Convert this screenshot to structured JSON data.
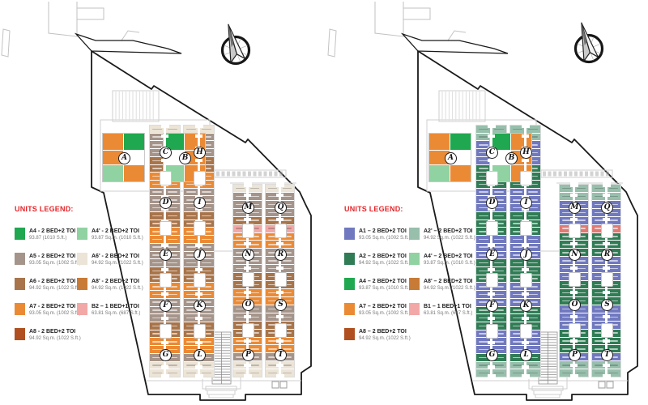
{
  "colors": {
    "A4": "#1fa84f",
    "A4p": "#90d2a2",
    "A5": "#a5948a",
    "A6": "#a8744a",
    "A6p": "#ece4d6",
    "A7": "#eb8a35",
    "A8": "#b05020",
    "A8p": "#c87b36",
    "B2": "#f2a8a6",
    "A1": "#7079bf",
    "A2": "#2f7c55",
    "A2p": "#97bfac",
    "B1": "#f2a8a6",
    "B1band": "#e07a72",
    "legend_title": "#e5252a"
  },
  "plans": [
    {
      "side": "left",
      "legend": {
        "title": "UNITS LEGEND:",
        "columns": [
          [
            {
              "code": "A4 - 2 BED+2 TOI",
              "area": "93.87 (1010 S.ft.)",
              "color": "A4"
            },
            {
              "code": "A5 - 2 BED+2 TOI",
              "area": "93.05 Sq.m. (1002 S.ft.)",
              "color": "A5"
            },
            {
              "code": "A6 - 2 BED+2 TOI",
              "area": "94.92 Sq.m. (1022 S.ft.)",
              "color": "A6"
            },
            {
              "code": "A7 - 2 BED+2 TOI",
              "area": "93.05 Sq.m. (1002 S.ft.)",
              "color": "A7"
            },
            {
              "code": "A8 - 2 BED+2 TOI",
              "area": "94.92 Sq.m. (1022 S.ft.)",
              "color": "A8"
            }
          ],
          [
            {
              "code": "A4' - 2 BED+2 TOI",
              "area": "93.87 Sq.m. (1010 S.ft.)",
              "color": "A4p"
            },
            {
              "code": "A6' - 2 BED+2 TOI",
              "area": "94.92 Sq.m. (1022 S.ft.)",
              "color": "A6p"
            },
            {
              "code": "A8' - 2 BED+2 TOI",
              "area": "94.92 Sq.m. (1022 S.ft.)",
              "color": "A8p"
            },
            {
              "code": "B2 – 1 BED+1 TOI",
              "area": "63.81 Sq.m. (687 S.ft.)",
              "color": "B2"
            }
          ]
        ]
      },
      "strips": [
        {
          "kind": "long",
          "col": 0,
          "letters": [
            "C",
            "D",
            "E",
            "F",
            "G"
          ],
          "rows": [
            "A6p",
            "A5",
            "A5",
            "A5",
            "A6",
            "A6",
            "A7",
            "A7",
            "A5",
            "A5",
            "A5",
            "A6",
            "A6",
            "A7",
            "A7",
            "A5",
            "A5",
            "A5",
            "A6",
            "A6",
            "A7",
            "A7",
            "A5",
            "A5",
            "A5",
            "A6",
            "A6",
            "A7",
            "A7",
            "A5",
            "A6p",
            "A6p"
          ]
        },
        {
          "kind": "long",
          "col": 1,
          "letters": [
            "H",
            "I",
            "J",
            "K",
            "L"
          ],
          "rows": [
            "A6p",
            "A5",
            "A5",
            "A5",
            "A6",
            "A6",
            "A7",
            "A7",
            "A5",
            "A5",
            "A5",
            "A6",
            "A6",
            "A7",
            "A7",
            "A5",
            "A5",
            "A5",
            "A6",
            "A6",
            "A7",
            "A7",
            "A5",
            "A5",
            "A5",
            "A6",
            "A6",
            "A7",
            "A7",
            "A5",
            "A6p",
            "A6p"
          ]
        },
        {
          "kind": "short",
          "col": 0,
          "letters": [
            "M",
            "N",
            "O",
            "P"
          ],
          "rows": [
            "A6p",
            "A5",
            "A5",
            "A5",
            "A6",
            "B2",
            "A7",
            "A7",
            "A5",
            "A5",
            "A5",
            "A6",
            "A6",
            "A7",
            "A7",
            "A5",
            "A5",
            "A6",
            "A6",
            "A7",
            "A7",
            "A5",
            "A6p",
            "A6p"
          ]
        },
        {
          "kind": "short",
          "col": 1,
          "letters": [
            "Q",
            "R",
            "S",
            "T"
          ],
          "rows": [
            "A6p",
            "A5",
            "A5",
            "A5",
            "A6",
            "B2",
            "A7",
            "A7",
            "A5",
            "A5",
            "A5",
            "A6",
            "A6",
            "A7",
            "A7",
            "A5",
            "A5",
            "A6",
            "A6",
            "A7",
            "A7",
            "A5",
            "A6p",
            "A6p"
          ]
        }
      ],
      "blocks": [
        {
          "label": "A",
          "cells": [
            [
              "A7",
              "A4"
            ],
            [
              "A7",
              null
            ],
            [
              "A4p",
              "A7"
            ]
          ]
        },
        {
          "label": "B",
          "cells": [
            [
              "A4",
              "A7"
            ],
            [
              null,
              "A7"
            ],
            [
              "A4p",
              "A7"
            ]
          ]
        }
      ]
    },
    {
      "side": "right",
      "legend": {
        "title": "UNITS LEGEND:",
        "columns": [
          [
            {
              "code": "A1 – 2 BED+2 TOI",
              "area": "93.05 Sq.m. (1002 S.ft.)",
              "color": "A1"
            },
            {
              "code": "A2 – 2 BED+2 TOI",
              "area": "94.92 Sq.m. (1022 S.ft.)",
              "color": "A2"
            },
            {
              "code": "A4 – 2 BED+2 TOI",
              "area": "93.87 Sq.m. (1010 S.ft.)",
              "color": "A4"
            },
            {
              "code": "A7 – 2 BED+2 TOI",
              "area": "93.05 Sq.m. (1002 S.ft.)",
              "color": "A7"
            },
            {
              "code": "A8 – 2 BED+2 TOI",
              "area": "94.92 Sq.m. (1022 S.ft.)",
              "color": "A8"
            }
          ],
          [
            {
              "code": "A2' – 2 BED+2 TOI",
              "area": "94.92 Sq.m. (1022 S.ft.)",
              "color": "A2p"
            },
            {
              "code": "A4' – 2 BED+2 TOI",
              "area": "93.87 Sq.m. (1010 S.ft.)",
              "color": "A4p"
            },
            {
              "code": "A8' – 2 BED+2 TOI",
              "area": "94.92 Sq.m. (1022 S.ft.)",
              "color": "A8p"
            },
            {
              "code": "B1 – 1 BED+1 TOI",
              "area": "63.81 Sq.m. (687 S.ft.)",
              "color": "B1"
            }
          ]
        ]
      },
      "strips": [
        {
          "kind": "long",
          "col": 0,
          "letters": [
            "C",
            "D",
            "E",
            "F",
            "G"
          ],
          "rows": [
            "A2p",
            "A2p",
            "A1",
            "A1",
            "A1",
            "A2",
            "A2",
            "A2",
            "A1",
            "A1",
            "A1",
            "A2",
            "A2",
            "A2",
            "A1",
            "A1",
            "A1",
            "A2",
            "A2",
            "A2",
            "A1",
            "A1",
            "A1",
            "A2",
            "A2",
            "A2",
            "A1",
            "A1",
            "A1",
            "A2",
            "A2p",
            "A2p"
          ]
        },
        {
          "kind": "long",
          "col": 1,
          "letters": [
            "H",
            "I",
            "J",
            "K",
            "L"
          ],
          "rows": [
            "A2p",
            "A2p",
            "A1",
            "A1",
            "A1",
            "A2",
            "A2",
            "A2",
            "A1",
            "A1",
            "A1",
            "A2",
            "A2",
            "A2",
            "A1",
            "A1",
            "A1",
            "A2",
            "A2",
            "A2",
            "A1",
            "A1",
            "A1",
            "A2",
            "A2",
            "A2",
            "A1",
            "A1",
            "A1",
            "A2",
            "A2p",
            "A2p"
          ]
        },
        {
          "kind": "short",
          "col": 0,
          "letters": [
            "M",
            "N",
            "O",
            "P"
          ],
          "rows": [
            "A2p",
            "A2p",
            "A1",
            "A1",
            "A1",
            "B1band",
            "A2",
            "A2",
            "A2",
            "A1",
            "A1",
            "A1",
            "A2",
            "A2",
            "A2",
            "A1",
            "A1",
            "A1",
            "A2",
            "A2",
            "A2",
            "A1",
            "A2p",
            "A2p"
          ]
        },
        {
          "kind": "short",
          "col": 1,
          "letters": [
            "Q",
            "R",
            "S",
            "T"
          ],
          "rows": [
            "A2p",
            "A2p",
            "A1",
            "A1",
            "A1",
            "B1band",
            "A2",
            "A2",
            "A2",
            "A1",
            "A1",
            "A1",
            "A2",
            "A2",
            "A2",
            "A1",
            "A1",
            "A1",
            "A2",
            "A2",
            "A2",
            "A1",
            "A2p",
            "A2p"
          ]
        }
      ],
      "blocks": [
        {
          "label": "A",
          "cells": [
            [
              "A7",
              "A4"
            ],
            [
              "A7",
              null
            ],
            [
              "A4p",
              "A7"
            ]
          ]
        },
        {
          "label": "B",
          "cells": [
            [
              "A4",
              "A7"
            ],
            [
              null,
              "A7"
            ],
            [
              "A4p",
              "A7"
            ]
          ]
        }
      ]
    }
  ]
}
